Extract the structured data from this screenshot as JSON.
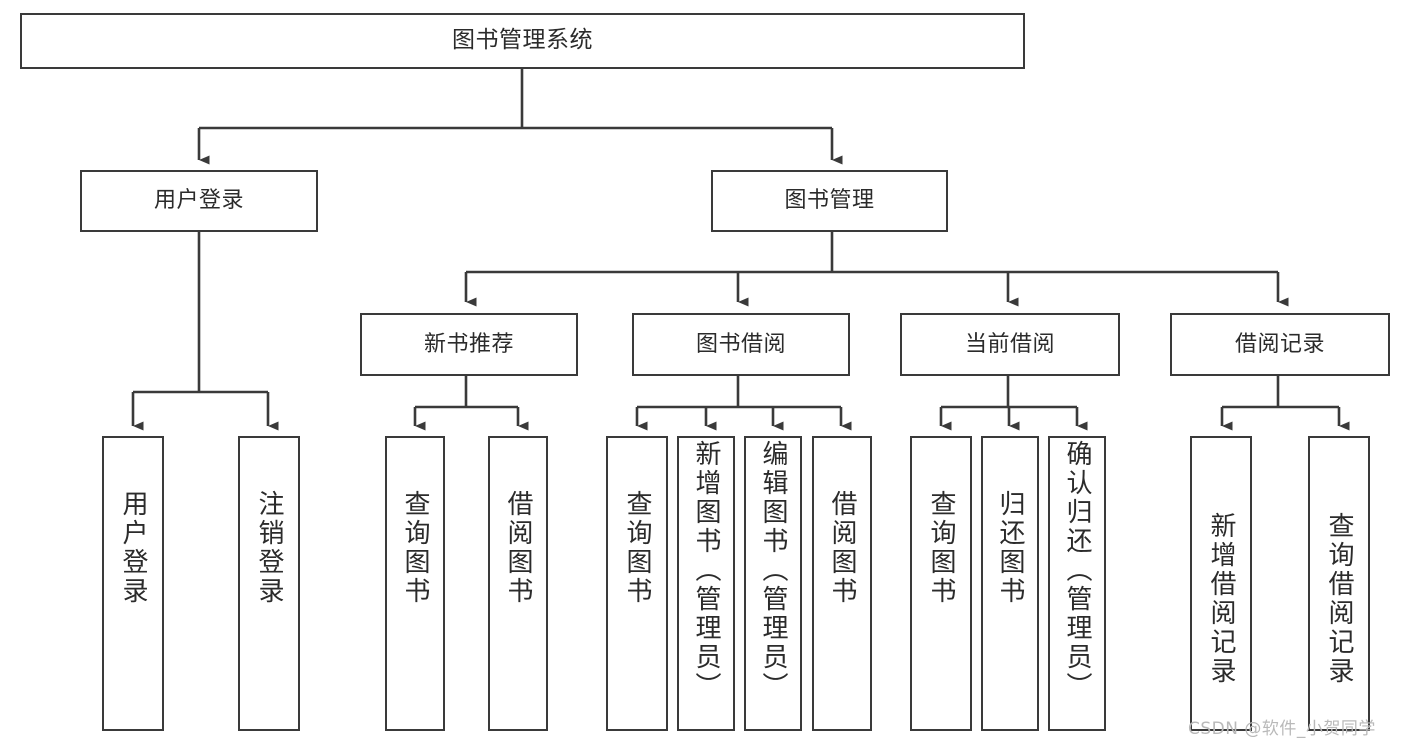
{
  "diagram": {
    "title": "图书管理系统",
    "type": "tree-hierarchy",
    "root": {
      "label": "图书管理系统"
    },
    "level2": [
      {
        "id": "user-login",
        "label": "用户登录"
      },
      {
        "id": "book-mgmt",
        "label": "图书管理"
      }
    ],
    "level3": [
      {
        "id": "new-rec",
        "label": "新书推荐"
      },
      {
        "id": "borrow",
        "label": "图书借阅"
      },
      {
        "id": "current",
        "label": "当前借阅"
      },
      {
        "id": "record",
        "label": "借阅记录"
      }
    ],
    "leaves": [
      {
        "id": "leaf-user-login",
        "label": "用户登录",
        "parent": "user-login"
      },
      {
        "id": "leaf-user-logout",
        "label": "注销登录",
        "parent": "user-login"
      },
      {
        "id": "leaf-query-book-1",
        "label": "查询图书",
        "parent": "new-rec"
      },
      {
        "id": "leaf-borrow-book-1",
        "label": "借阅图书",
        "parent": "new-rec"
      },
      {
        "id": "leaf-query-book-2",
        "label": "查询图书",
        "parent": "borrow"
      },
      {
        "id": "leaf-add-book",
        "label": "新增图书（管理员）",
        "parent": "borrow"
      },
      {
        "id": "leaf-edit-book",
        "label": "编辑图书（管理员）",
        "parent": "borrow"
      },
      {
        "id": "leaf-borrow-book-2",
        "label": "借阅图书",
        "parent": "borrow"
      },
      {
        "id": "leaf-query-book-3",
        "label": "查询图书",
        "parent": "current"
      },
      {
        "id": "leaf-return-book",
        "label": "归还图书",
        "parent": "current"
      },
      {
        "id": "leaf-confirm-return",
        "label": "确认归还（管理员）",
        "parent": "current"
      },
      {
        "id": "leaf-add-record",
        "label": "新增借阅记录",
        "parent": "record"
      },
      {
        "id": "leaf-query-record",
        "label": "查询借阅记录",
        "parent": "record"
      }
    ]
  },
  "watermark": {
    "text": "CSDN @软件_小贺同学"
  },
  "colors": {
    "stroke": "#3a3a3a",
    "background": "#ffffff",
    "text": "#2b2b2b",
    "watermark": "#b9b9b9"
  }
}
